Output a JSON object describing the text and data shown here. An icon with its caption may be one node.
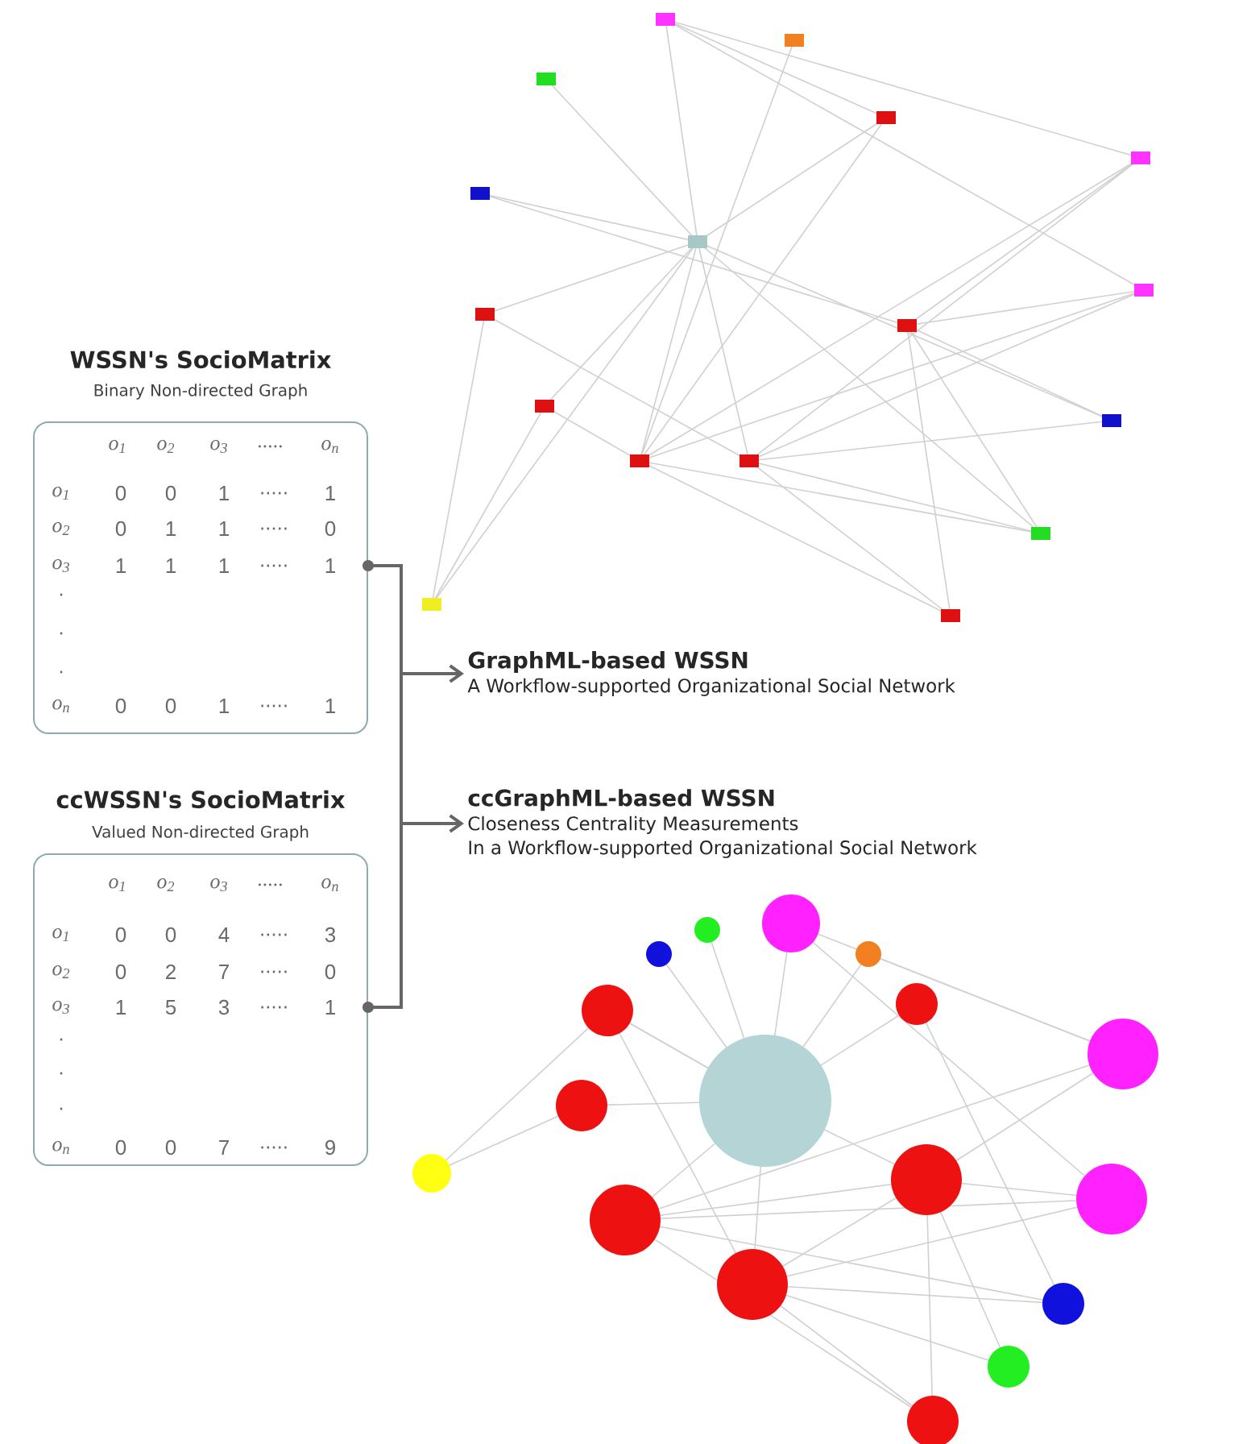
{
  "diagram": {
    "nodes": [
      {
        "text": [],
        "shape": "picture"
      },
      {
        "text": [
          "WSSN's SocioMatrix",
          "Binary Non-directed Graph"
        ]
      },
      {
        "text": [
          "GraphML-based WSSN",
          "A Workflow-supported Organizational Social Network"
        ]
      },
      {
        "text": [
          "ccWSSN's SocioMatrix",
          "Valued Non-directed Graph"
        ]
      },
      {
        "text": [
          "ccGraphML-based WSSN",
          "Closeness Centrality Measurements",
          "In a Workflow-supported Organizational Social Network"
        ]
      },
      {
        "text": [],
        "shape": "picture"
      }
    ],
    "edges": [
      {
        "from": 1,
        "to": 2,
        "arrow": "to"
      },
      {
        "from": 3,
        "to": 4,
        "arrow": "to"
      }
    ],
    "labels": [
      "o$_{1}$",
      "o$_{2}$",
      "o$_{3}$",
      ".....",
      "o$_{n}$",
      "o$_{1}$",
      "0",
      "0",
      "1",
      ".....",
      "1",
      "o$_{2}$",
      "0",
      "1",
      "1",
      ".....",
      "0",
      "o$_{3}$",
      "1",
      "1",
      "1",
      ".....",
      "1",
      ".",
      ".",
      ".",
      "o$_{n}$",
      "0",
      "0",
      "1",
      ".....",
      "1",
      "o$_{1}$",
      "o$_{2}$",
      "o$_{3}$",
      ".....",
      "o$_{n}$",
      "o$_{1}$",
      "0",
      "0",
      "4",
      ".....",
      "3",
      "o$_{2}$",
      "0",
      "2",
      "7",
      ".....",
      "0",
      "o$_{3}$",
      "1",
      "5",
      "3",
      ".....",
      "1",
      ".",
      ".",
      ".",
      "o$_{n}$",
      "0",
      "0",
      "7",
      ".....",
      "9"
    ]
  }
}
